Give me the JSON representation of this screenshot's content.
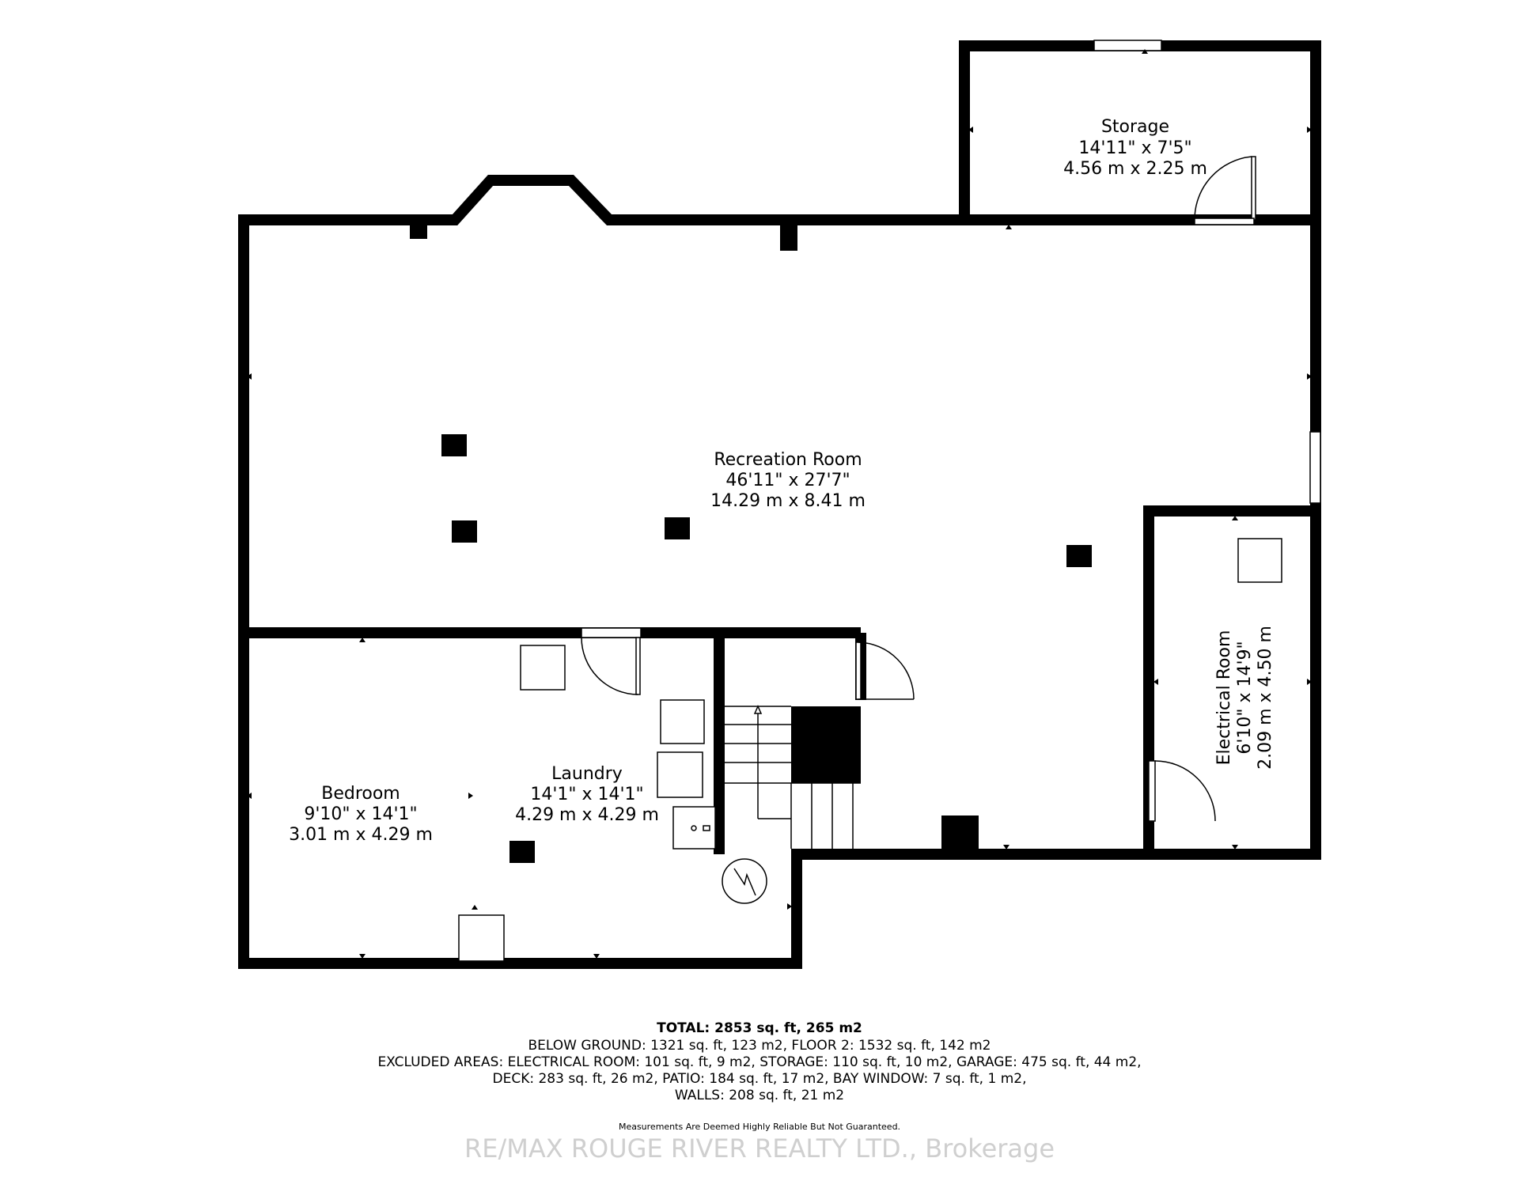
{
  "rooms": {
    "storage": {
      "name": "Storage",
      "imperial": "14'11\" x 7'5\"",
      "metric": "4.56 m x 2.25 m"
    },
    "recreation": {
      "name": "Recreation Room",
      "imperial": "46'11\" x 27'7\"",
      "metric": "14.29 m x 8.41 m"
    },
    "electrical": {
      "name": "Electrical Room",
      "imperial": "6'10\" x 14'9\"",
      "metric": "2.09 m x 4.50 m"
    },
    "bedroom": {
      "name": "Bedroom",
      "imperial": "9'10\" x 14'1\"",
      "metric": "3.01 m x 4.29 m"
    },
    "laundry": {
      "name": "Laundry",
      "imperial": "14'1\" x 14'1\"",
      "metric": "4.29 m x 4.29 m"
    }
  },
  "summary": {
    "total": "TOTAL: 2853 sq. ft, 265 m2",
    "lines": [
      "BELOW GROUND: 1321 sq. ft, 123 m2, FLOOR 2: 1532 sq. ft, 142 m2",
      "EXCLUDED AREAS: ELECTRICAL ROOM: 101 sq. ft, 9 m2, STORAGE: 110 sq. ft, 10 m2, GARAGE: 475 sq. ft, 44 m2,",
      "DECK: 283 sq. ft, 26 m2, PATIO: 184 sq. ft, 17 m2, BAY WINDOW: 7 sq. ft, 1 m2,",
      "WALLS: 208 sq. ft, 21 m2"
    ],
    "disclaimer": "Measurements Are Deemed Highly Reliable But Not Guaranteed.",
    "brokerage": "RE/MAX ROUGE RIVER REALTY LTD., Brokerage"
  }
}
